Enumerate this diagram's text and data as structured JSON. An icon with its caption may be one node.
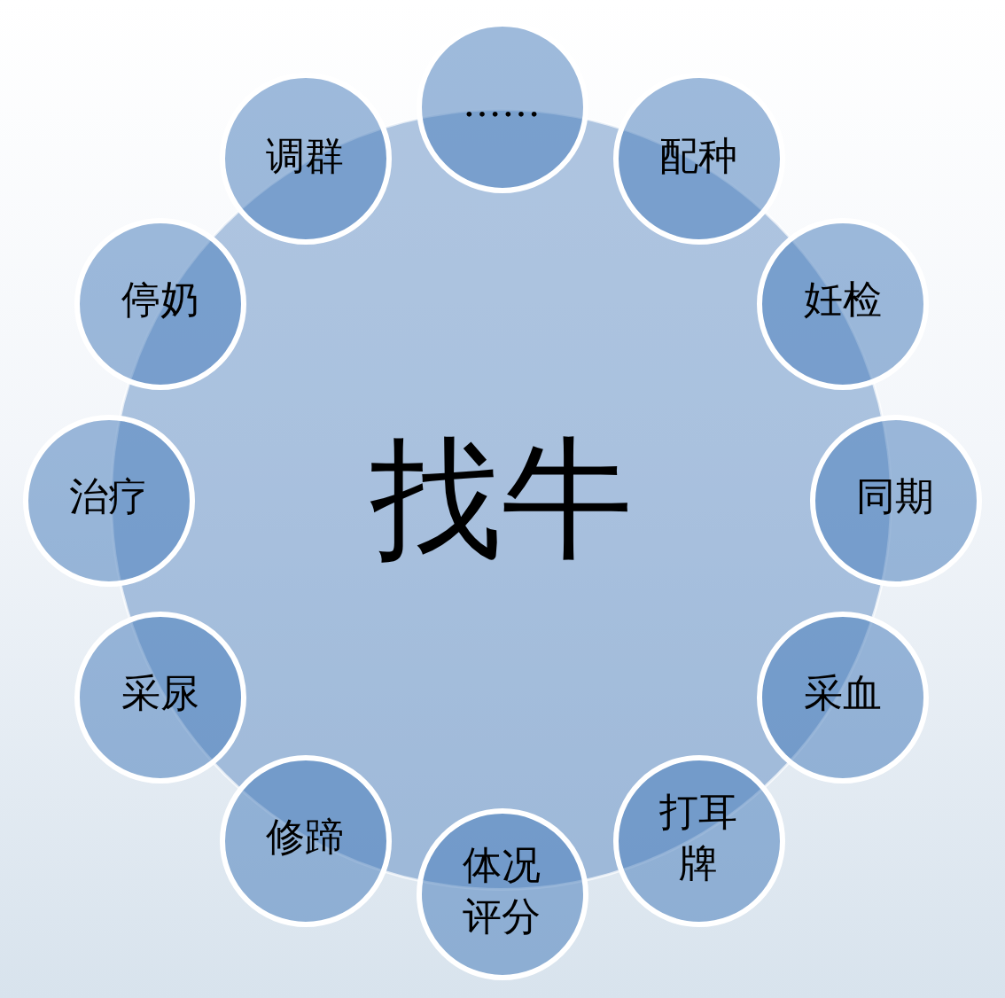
{
  "diagram": {
    "nodes": [
      {
        "text": [
          "找牛"
        ]
      },
      {
        "text": [
          "……"
        ]
      },
      {
        "text": [
          "配种"
        ]
      },
      {
        "text": [
          "妊检"
        ]
      },
      {
        "text": [
          "同期"
        ]
      },
      {
        "text": [
          "采血"
        ]
      },
      {
        "text": [
          "打耳牌"
        ]
      },
      {
        "text": [
          "体况评分"
        ]
      },
      {
        "text": [
          "修蹄"
        ]
      },
      {
        "text": [
          "采尿"
        ]
      },
      {
        "text": [
          "治疗"
        ]
      },
      {
        "text": [
          "停奶"
        ]
      },
      {
        "text": [
          "调群"
        ]
      }
    ]
  }
}
